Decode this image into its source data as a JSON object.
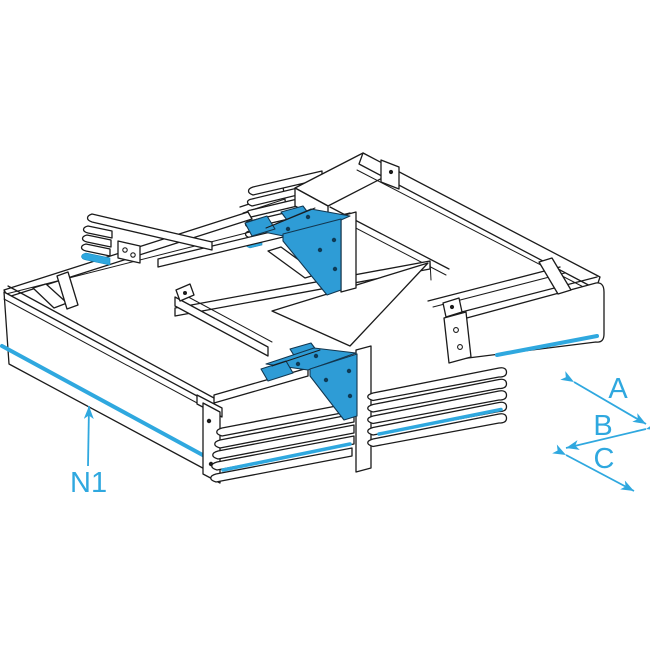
{
  "figure": {
    "annotations": {
      "conductor_label": "N1",
      "axis_a": "A",
      "axis_b": "B",
      "axis_c": "C"
    },
    "colors": {
      "accent_cyan": "#2FA8DF",
      "bracket_blue": "#2E9CD6",
      "line_color": "#1B1B1B",
      "background": "#FFFFFF"
    }
  }
}
